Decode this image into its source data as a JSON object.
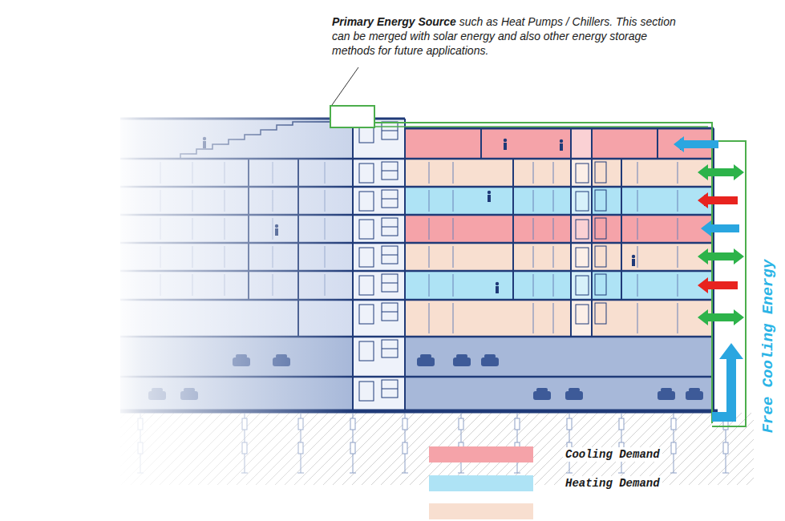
{
  "diagram": {
    "labels": [
      "Primary Energy Source",
      "such as Heat Pumps / Chillers. This section can be merged with solar energy and also other energy storage methods for future applications.",
      "Free Cooling Energy"
    ],
    "legend": [
      {
        "text": "Cooling Demand",
        "color": "#f5a3a9"
      },
      {
        "text": "Heating Demand",
        "color": "#aee3f5"
      }
    ]
  }
}
